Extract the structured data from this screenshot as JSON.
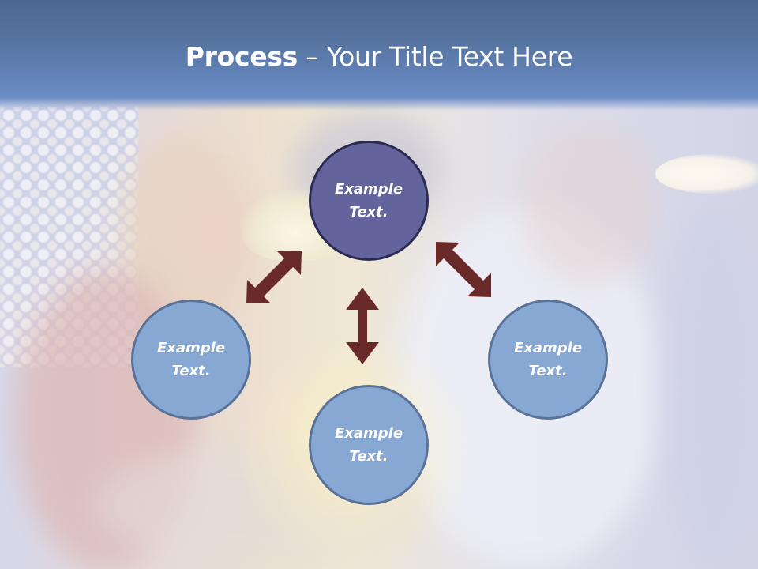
{
  "slide": {
    "title": {
      "bold": "Process",
      "rest": " – Your Title Text Here"
    },
    "colors": {
      "title_band_top": "#4c6891",
      "title_band_bottom": "#6b8cc4",
      "primary_node_fill": "#63649c",
      "primary_node_border": "#2b2b52",
      "secondary_node_fill": "#88a8d4",
      "secondary_node_border": "#5a7198",
      "arrow": "#6b2a2a",
      "text": "#ffffff"
    },
    "diagram": {
      "type": "cycle-process",
      "nodes": [
        {
          "id": "top",
          "label_line1": "Example",
          "label_line2": "Text.",
          "style": "primary"
        },
        {
          "id": "left",
          "label_line1": "Example",
          "label_line2": "Text.",
          "style": "secondary"
        },
        {
          "id": "right",
          "label_line1": "Example",
          "label_line2": "Text.",
          "style": "secondary"
        },
        {
          "id": "bottom",
          "label_line1": "Example",
          "label_line2": "Text.",
          "style": "secondary"
        }
      ],
      "connectors": [
        {
          "from": "top",
          "to": "left",
          "kind": "double-arrow"
        },
        {
          "from": "top",
          "to": "right",
          "kind": "double-arrow"
        },
        {
          "from": "top",
          "to": "bottom",
          "kind": "double-arrow"
        }
      ]
    },
    "background": {
      "description": "washed-out photo of couple at a bar with bokeh lights"
    }
  }
}
